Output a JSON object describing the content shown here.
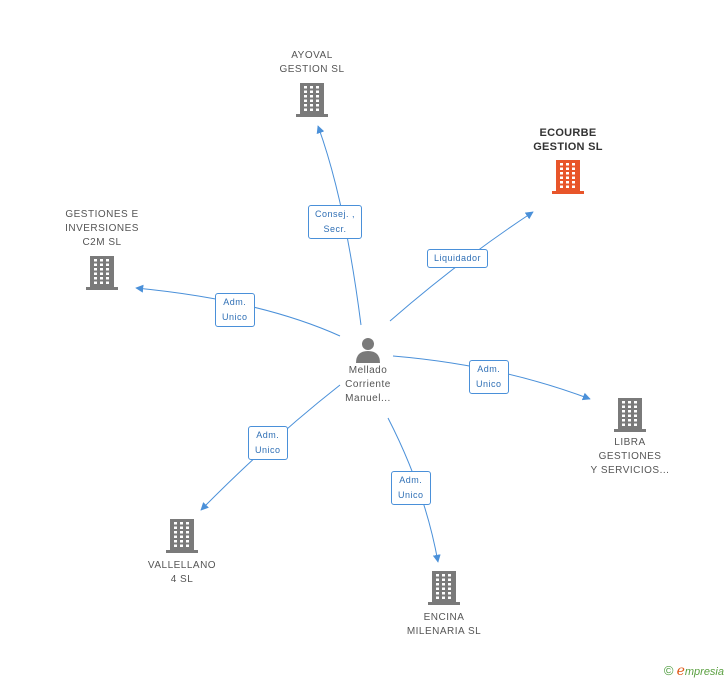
{
  "center": {
    "label": "Mellado\nCorriente\nManuel..."
  },
  "companies": [
    {
      "id": "ayoval",
      "label": "AYOVAL\nGESTION SL",
      "highlight": false
    },
    {
      "id": "ecourbe",
      "label": "ECOURBE\nGESTION SL",
      "highlight": true
    },
    {
      "id": "gestiones",
      "label": "GESTIONES E\nINVERSIONES\nC2M SL",
      "highlight": false
    },
    {
      "id": "libra",
      "label": "LIBRA\nGESTIONES\nY SERVICIOS...",
      "highlight": false
    },
    {
      "id": "vallellano",
      "label": "VALLELLANO\n4 SL",
      "highlight": false
    },
    {
      "id": "encina",
      "label": "ENCINA\nMILENARIA SL",
      "highlight": false
    }
  ],
  "roles": [
    {
      "id": "ayoval",
      "label": "Consej. ,\nSecr."
    },
    {
      "id": "ecourbe",
      "label": "Liquidador"
    },
    {
      "id": "gestiones",
      "label": "Adm.\nUnico"
    },
    {
      "id": "libra",
      "label": "Adm.\nUnico"
    },
    {
      "id": "vallellano",
      "label": "Adm.\nUnico"
    },
    {
      "id": "encina",
      "label": "Adm.\nUnico"
    }
  ],
  "colors": {
    "edge": "#4a90d9",
    "building": "#7a7a7a",
    "building_highlight": "#e8552a",
    "person": "#7a7a7a"
  },
  "footer": {
    "copyright": "©",
    "brand_initial": "e",
    "brand_rest": "mpresia"
  }
}
